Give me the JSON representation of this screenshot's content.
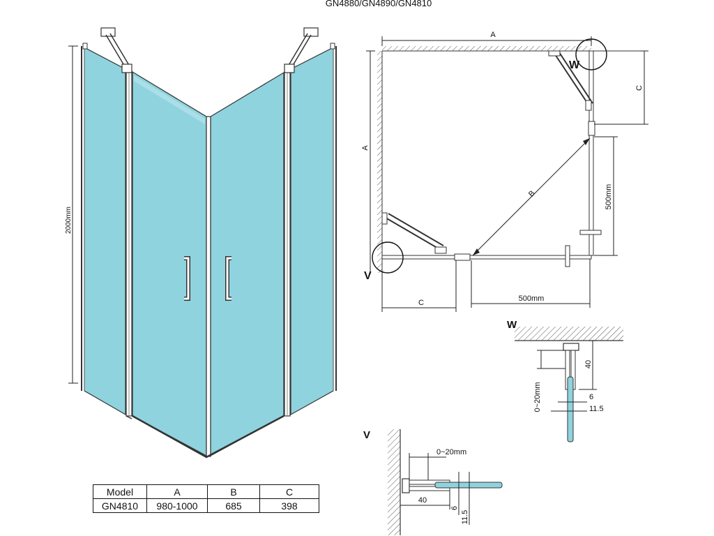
{
  "title": "GN4880/GN4890/GN4810",
  "elevation": {
    "height_label": "2000mm"
  },
  "plan": {
    "label_a_top": "A",
    "label_a_side": "A",
    "label_b": "B",
    "label_c_top": "C",
    "label_c_bottom": "C",
    "label_500_bottom": "500mm",
    "label_500_side": "500mm",
    "marker_w": "W",
    "marker_v": "V"
  },
  "detail_w": {
    "title": "W",
    "dim_40": "40",
    "dim_gap": "0~20mm",
    "dim_6": "6",
    "dim_11_5": "11.5"
  },
  "detail_v": {
    "title": "V",
    "dim_gap": "0~20mm",
    "dim_40": "40",
    "dim_6": "6",
    "dim_11_5": "11.5"
  },
  "spec_table": {
    "headers": [
      "Model",
      "A",
      "B",
      "C"
    ],
    "rows": [
      [
        "GN4810",
        "980-1000",
        "685",
        "398"
      ]
    ]
  },
  "colors": {
    "glass": "#8fd3de",
    "glass_light": "#c6ecf1",
    "line": "#1a1a1a",
    "frame": "#555555"
  }
}
